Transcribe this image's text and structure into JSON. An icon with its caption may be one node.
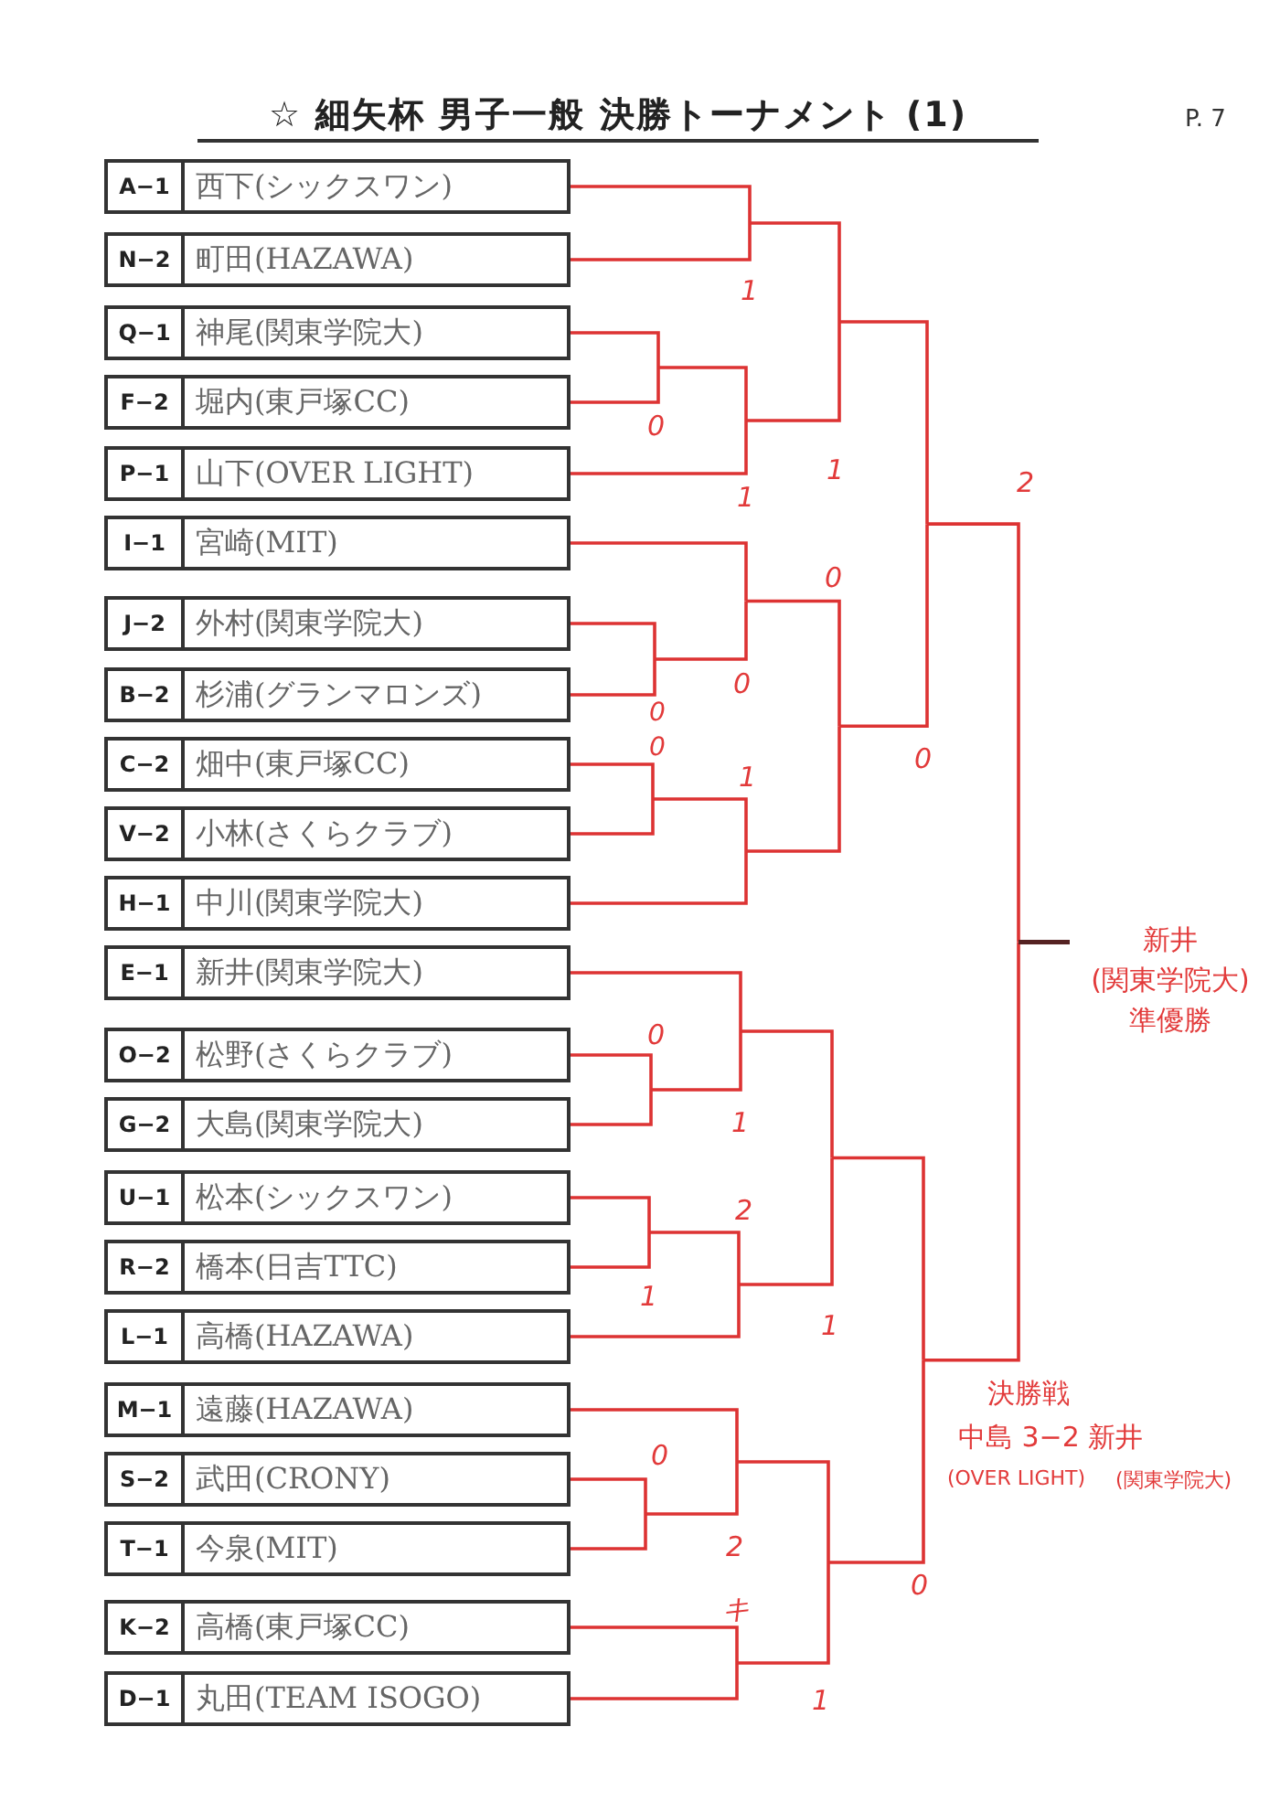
{
  "diagram": {
    "title": "☆ 細矢杯 男子一般 決勝トーナメント (1)",
    "nodes": [
      {
        "text": [
          "A−1",
          "西下(シックスワン)"
        ]
      },
      {
        "text": [
          "N−2",
          "町田(HAZAWA)"
        ]
      },
      {
        "text": [
          "Q−1",
          "神尾(関東学院大)"
        ]
      },
      {
        "text": [
          "F−2",
          "堀内(東戸塚CC)"
        ]
      },
      {
        "text": [
          "P−1",
          "山下(OVER LIGHT)"
        ]
      },
      {
        "text": [
          "I−1",
          "宮崎(MIT)"
        ]
      },
      {
        "text": [
          "J−2",
          "外村(関東学院大)"
        ]
      },
      {
        "text": [
          "B−2",
          "杉浦(グランマロンズ)"
        ]
      },
      {
        "text": [
          "C−2",
          "畑中(東戸塚CC)"
        ]
      },
      {
        "text": [
          "V−2",
          "小林(さくらクラブ)"
        ]
      },
      {
        "text": [
          "H−1",
          "中川(関東学院大)"
        ]
      },
      {
        "text": [
          "E−1",
          "新井(関東学院大)"
        ]
      },
      {
        "text": [
          "O−2",
          "松野(さくらクラブ)"
        ]
      },
      {
        "text": [
          "G−2",
          "大島(関東学院大)"
        ]
      },
      {
        "text": [
          "U−1",
          "松本(シックスワン)"
        ]
      },
      {
        "text": [
          "R−2",
          "橋本(日吉TTC)"
        ]
      },
      {
        "text": [
          "L−1",
          "高橋(HAZAWA)"
        ]
      },
      {
        "text": [
          "M−1",
          "遠藤(HAZAWA)"
        ]
      },
      {
        "text": [
          "S−2",
          "武田(CRONY)"
        ]
      },
      {
        "text": [
          "T−1",
          "今泉(MIT)"
        ]
      },
      {
        "text": [
          "K−2",
          "高橋(東戸塚CC)"
        ]
      },
      {
        "text": [
          "D−1",
          "丸田(TEAM ISOGO)"
        ]
      },
      {
        "text": [
          "新井",
          "(関東学院大)",
          "準優勝"
        ]
      }
    ],
    "edges": [
      {
        "from": 0,
        "to": 22,
        "arrow": "none"
      },
      {
        "from": 1,
        "to": 22,
        "arrow": "none"
      },
      {
        "from": 2,
        "to": 22,
        "arrow": "none"
      },
      {
        "from": 3,
        "to": 22,
        "arrow": "none"
      },
      {
        "from": 4,
        "to": 22,
        "arrow": "none"
      },
      {
        "from": 5,
        "to": 22,
        "arrow": "none"
      },
      {
        "from": 6,
        "to": 22,
        "arrow": "none"
      },
      {
        "from": 7,
        "to": 22,
        "arrow": "none"
      },
      {
        "from": 8,
        "to": 22,
        "arrow": "none"
      },
      {
        "from": 9,
        "to": 22,
        "arrow": "none"
      },
      {
        "from": 10,
        "to": 22,
        "arrow": "none"
      },
      {
        "from": 11,
        "to": 22,
        "arrow": "none"
      },
      {
        "from": 12,
        "to": 22,
        "arrow": "none"
      },
      {
        "from": 13,
        "to": 22,
        "arrow": "none"
      },
      {
        "from": 14,
        "to": 22,
        "arrow": "none"
      },
      {
        "from": 15,
        "to": 22,
        "arrow": "none"
      },
      {
        "from": 16,
        "to": 22,
        "arrow": "none"
      },
      {
        "from": 17,
        "to": 22,
        "arrow": "none"
      },
      {
        "from": 18,
        "to": 22,
        "arrow": "none"
      },
      {
        "from": 19,
        "to": 22,
        "arrow": "none"
      },
      {
        "from": 20,
        "to": 22,
        "arrow": "none"
      },
      {
        "from": 21,
        "to": 22,
        "arrow": "none"
      }
    ],
    "labels": [
      "P. 7",
      "1",
      "0",
      "1",
      "2",
      "1",
      "0",
      "0",
      "0",
      "0",
      "1",
      "0",
      "0",
      "1",
      "2",
      "1",
      "1",
      "決勝戦",
      "中島 3−2 新井",
      "(OVER LIGHT)",
      "(関東学院大)",
      "0",
      "2",
      "0",
      "キ",
      "1"
    ]
  }
}
